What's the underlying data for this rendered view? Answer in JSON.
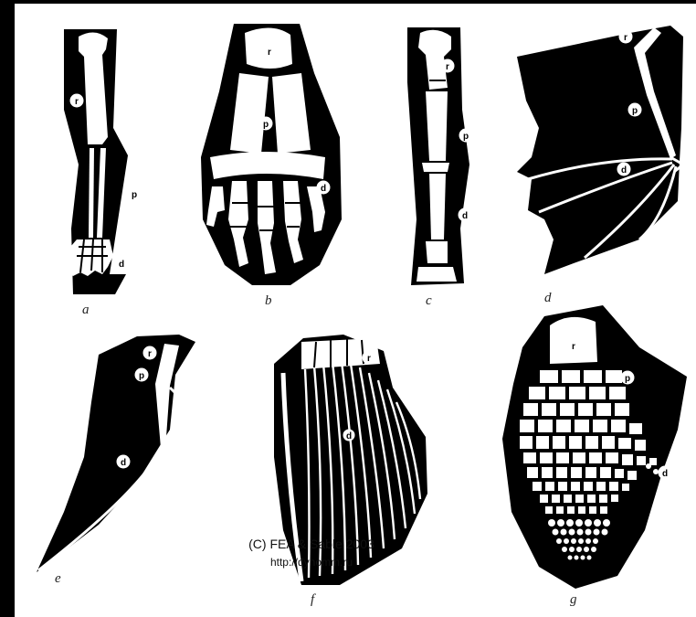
{
  "badges": {
    "r": "r",
    "p": "p",
    "d": "d"
  },
  "labels": {
    "a": "a",
    "b": "b",
    "c": "c",
    "d": "d",
    "e": "e",
    "f": "f",
    "g": "g"
  },
  "watermark": {
    "line1": "(C) FEA & Sable 2003",
    "line2": "http://dynomm.ru"
  }
}
